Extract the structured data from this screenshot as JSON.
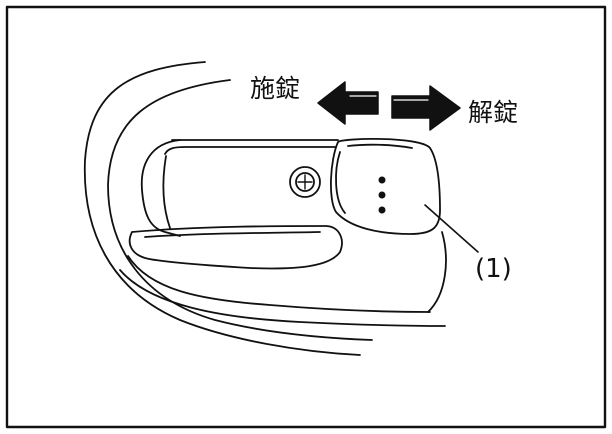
{
  "labels": {
    "lock": "施錠",
    "unlock": "解錠",
    "callout": "(1)"
  },
  "colors": {
    "line": "#111111",
    "background": "#ffffff"
  }
}
